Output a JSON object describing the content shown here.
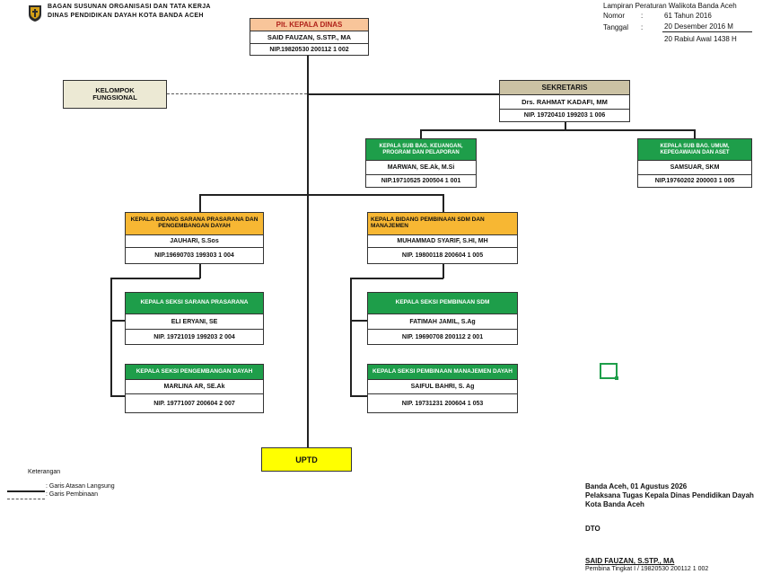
{
  "header": {
    "logo": "banda-aceh-crest-icon",
    "title_line1": "BAGAN SUSUNAN ORGANISASI DAN TATA KERJA",
    "title_line2": "DINAS PENDIDIKAN DAYAH KOTA BANDA ACEH"
  },
  "attachment": {
    "line1": "Lampiran Peraturan Walikota Banda Aceh",
    "nomor_label": "Nomor",
    "nomor_sep": ":",
    "nomor_value": "61 Tahun 2016",
    "tanggal_label": "Tanggal",
    "tanggal_sep": ":",
    "tanggal_value": "20 Desember 2016 M",
    "hijri": "20 Rabiul Awal 1438 H"
  },
  "kepala": {
    "title": "Plt. KEPALA DINAS",
    "name": "SAID FAUZAN, S.STP., MA",
    "nip": "NIP.19820530 200112 1 002"
  },
  "fungsional": {
    "title": "KELOMPOK FUNGSIONAL"
  },
  "sekretaris": {
    "title": "SEKRETARIS",
    "name": "Drs. RAHMAT KADAFI, MM",
    "nip": "NIP. 19720410 199203 1 006"
  },
  "subbag_keuangan": {
    "title": "KEPALA SUB BAG. KEUANGAN, PROGRAM DAN PELAPORAN",
    "name": "MARWAN, SE.Ak, M.Si",
    "nip": "NIP.19710525 200504 1 001"
  },
  "subbag_umum": {
    "title": "KEPALA SUB BAG. UMUM, KEPEGAWAIAN DAN ASET",
    "name": "SAMSUAR, SKM",
    "nip": "NIP.19760202 200003 1 005"
  },
  "bidang_sarana": {
    "title": "KEPALA BIDANG SARANA PRASARANA DAN PENGEMBANGAN DAYAH",
    "name": "JAUHARI, S.Sos",
    "nip": "NIP.19690703 199303 1 004"
  },
  "bidang_sdm": {
    "title": "KEPALA BIDANG PEMBINAAN SDM DAN MANAJEMEN",
    "name": "MUHAMMAD SYARIF, S.HI, MH",
    "nip": "NIP. 19800118 200604 1 005"
  },
  "seksi_sarana": {
    "title": "KEPALA SEKSI SARANA PRASARANA",
    "name": "ELI ERYANI, SE",
    "nip": "NIP. 19721019 199203 2 004"
  },
  "seksi_pengembangan": {
    "title": "KEPALA SEKSI PENGEMBANGAN DAYAH",
    "name": "MARLINA AR, SE.Ak",
    "nip": "NIP. 19771007 200604 2 007"
  },
  "seksi_sdm": {
    "title": "KEPALA SEKSI PEMBINAAN SDM",
    "name": "FATIMAH JAMIL, S.Ag",
    "nip": "NIP. 19690708 200112 2 001"
  },
  "seksi_manajemen": {
    "title": "KEPALA SEKSI PEMBINAAN MANAJEMEN DAYAH",
    "name": "SAIFUL BAHRI, S. Ag",
    "nip": "NIP. 19731231 200604 1 053"
  },
  "uptd": {
    "title": "UPTD"
  },
  "legend": {
    "title": "Keterangan",
    "solid": ": Garis Atasan Langsung",
    "dashed": ": Garis Pembinaan"
  },
  "signature": {
    "place_date": "Banda Aceh,  01 Agustus 2026",
    "role_line1": "Pelaksana Tugas Kepala Dinas Pendidikan Dayah",
    "role_line2": "Kota Banda Aceh",
    "dto": "DTO",
    "name": "SAID FAUZAN, S.STP., MA",
    "rank": "Pembina Tingkat I / 19820530 200112 1 002"
  }
}
